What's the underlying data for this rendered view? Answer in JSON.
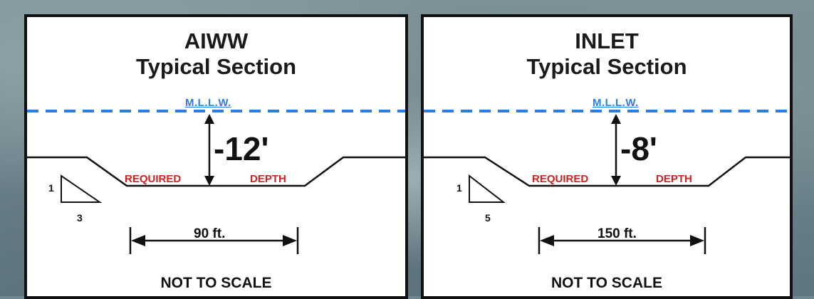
{
  "panels": [
    {
      "title_line1": "AIWW",
      "title_line2": "Typical Section",
      "datum_label": "M.L.L.W.",
      "depth_value": "-12'",
      "required_label": "REQUIRED",
      "depth_label": "DEPTH",
      "slope_rise": "1",
      "slope_run": "3",
      "width_label": "90 ft.",
      "scale_note": "NOT TO SCALE"
    },
    {
      "title_line1": "INLET",
      "title_line2": "Typical Section",
      "datum_label": "M.L.L.W.",
      "depth_value": "-8'",
      "required_label": "REQUIRED",
      "depth_label": "DEPTH",
      "slope_rise": "1",
      "slope_run": "5",
      "width_label": "150 ft.",
      "scale_note": "NOT TO SCALE"
    }
  ],
  "colors": {
    "datum_line": "#2f7de0",
    "required_depth_text": "#d42020",
    "outline": "#111111",
    "panel_bg": "#ffffff"
  }
}
